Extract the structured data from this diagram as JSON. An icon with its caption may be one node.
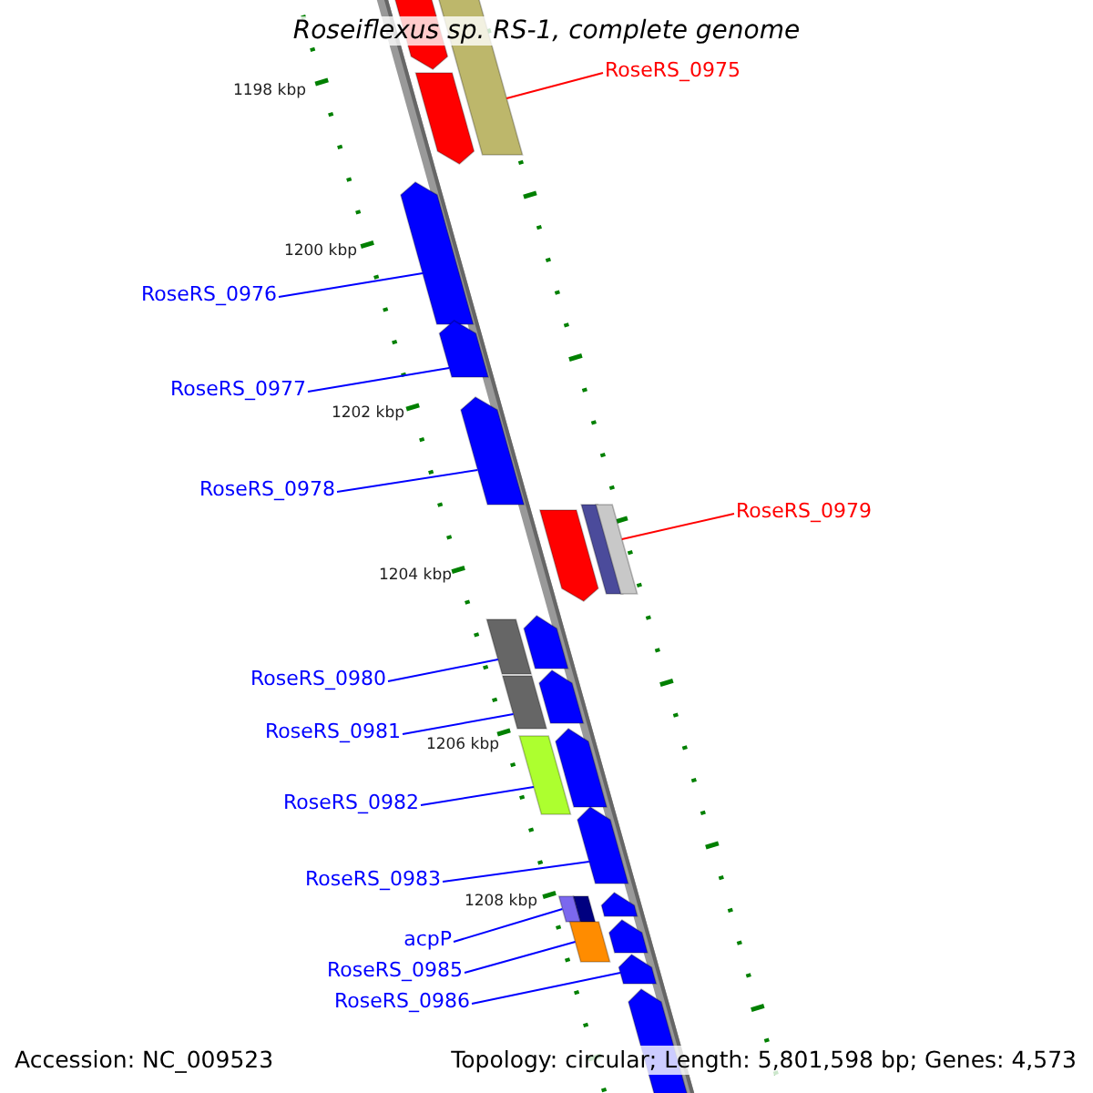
{
  "diagram": {
    "title": "Roseiflexus sp. RS-1, complete genome",
    "nodes": [
      {
        "text": [
          "RoseRS_0975"
        ]
      },
      {
        "text": [
          "RoseRS_0976"
        ]
      },
      {
        "text": [
          "RoseRS_0977"
        ]
      },
      {
        "text": [
          "RoseRS_0978"
        ]
      },
      {
        "text": [
          "RoseRS_0979"
        ]
      },
      {
        "text": [
          "RoseRS_0980"
        ]
      },
      {
        "text": [
          "RoseRS_0981"
        ]
      },
      {
        "text": [
          "RoseRS_0982"
        ]
      },
      {
        "text": [
          "RoseRS_0983"
        ]
      },
      {
        "text": [
          "acpP"
        ]
      },
      {
        "text": [
          "RoseRS_0985"
        ]
      },
      {
        "text": [
          "RoseRS_0986"
        ]
      },
      {
        "text": [],
        "shape": "pentagon"
      },
      {
        "text": [],
        "shape": "pentagon"
      },
      {
        "text": [],
        "shape": "box"
      },
      {
        "text": [],
        "shape": "pentagon"
      },
      {
        "text": [],
        "shape": "box"
      },
      {
        "text": [],
        "shape": "box"
      },
      {
        "text": [],
        "shape": "pentagon"
      },
      {
        "text": [],
        "shape": "pentagon"
      },
      {
        "text": [],
        "shape": "pentagon"
      },
      {
        "text": [],
        "shape": "box"
      },
      {
        "text": [],
        "shape": "pentagon"
      },
      {
        "text": [],
        "shape": "box"
      },
      {
        "text": [],
        "shape": "pentagon"
      },
      {
        "text": [],
        "shape": "box"
      },
      {
        "text": [],
        "shape": "pentagon"
      },
      {
        "text": [],
        "shape": "pentagon"
      },
      {
        "text": [],
        "shape": "box"
      },
      {
        "text": [],
        "shape": "box"
      },
      {
        "text": [],
        "shape": "pentagon"
      },
      {
        "text": [],
        "shape": "box"
      },
      {
        "text": [],
        "shape": "pentagon"
      },
      {
        "text": [],
        "shape": "pentagon"
      },
      {
        "text": [],
        "shape": "pentagon"
      }
    ],
    "edges": [
      {
        "from": 0,
        "to": 14,
        "arrow": "none",
        "color": "#ff0000"
      },
      {
        "from": 1,
        "to": 18,
        "arrow": "none"
      },
      {
        "from": 2,
        "to": 19,
        "arrow": "none"
      },
      {
        "from": 3,
        "to": 20,
        "arrow": "none"
      },
      {
        "from": 4,
        "to": 17,
        "arrow": "none",
        "color": "#ff0000"
      },
      {
        "from": 5,
        "to": 21,
        "arrow": "none"
      },
      {
        "from": 6,
        "to": 23,
        "arrow": "none"
      },
      {
        "from": 7,
        "to": 25,
        "arrow": "none"
      },
      {
        "from": 8,
        "to": 27,
        "arrow": "none"
      },
      {
        "from": 9,
        "to": 28,
        "arrow": "none"
      },
      {
        "from": 10,
        "to": 31,
        "arrow": "none"
      },
      {
        "from": 11,
        "to": 33,
        "arrow": "none"
      }
    ],
    "labels": [
      "1198 kbp",
      "1200 kbp",
      "1202 kbp",
      "1204 kbp",
      "1206 kbp",
      "1208 kbp",
      "Accession: NC_009523",
      "Topology: circular; Length: 5,801,598 bp; Genes: 4,573"
    ]
  }
}
